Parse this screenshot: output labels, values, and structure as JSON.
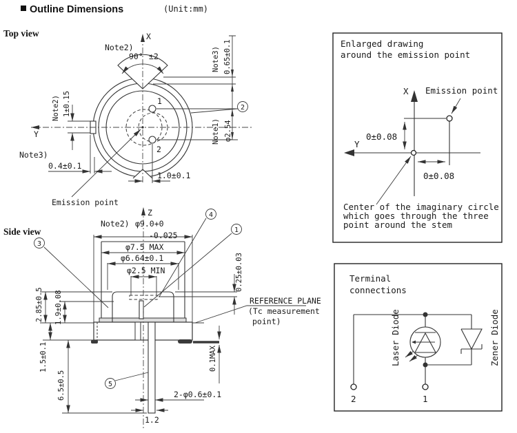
{
  "header": {
    "bullet": "■",
    "title": "Outline Dimensions",
    "unit": "(Unit:mm)"
  },
  "top_view": {
    "label": "Top view",
    "axis_x": "X",
    "axis_y": "Y",
    "note2_top": "Note2)",
    "angle": "90°",
    "angle_tol": "±2",
    "note3_right": "Note3)",
    "dim_notch": "0.65±0.1",
    "note2_left": "Note2)",
    "dim_tab_width": "1±0.15",
    "note3_left": "Note3)",
    "dim_tab_depth": "0.4±0.1",
    "note1_right": "Note1)",
    "dim_pin_circle": "φ2.54",
    "dim_pin_offset": "1.0±0.1",
    "pin1": "1",
    "pin2": "2",
    "emission_point": "Emission point",
    "callout_2": "2"
  },
  "side_view": {
    "label": "Side view",
    "axis_z": "Z",
    "note2": "Note2)",
    "dim_stem_dia": "φ9.0+0",
    "dim_stem_tol": "-0.025",
    "dim_cap_dia": "φ7.5 MAX",
    "dim_cap_inner": "φ6.64±0.1",
    "dim_window": "φ2.5 MIN",
    "dim_window_h": "0.25±0.03",
    "dim_cap_h": "2.85±0.5",
    "dim_emission_h": "1.9±0.08",
    "dim_flange_t": "1.5±0.1",
    "dim_pin_len": "6.5±0.5",
    "dim_projection": "0.1MAX",
    "dim_pin_dia": "2-φ0.6±0.1",
    "dim_pin_off": "1.2",
    "ref_plane_1": "REFERENCE PLANE",
    "ref_plane_2": "(Tc measurement",
    "ref_plane_3": "point)",
    "callout_1": "1",
    "callout_3": "3",
    "callout_4": "4",
    "callout_5": "5"
  },
  "enlarged_box": {
    "title_1": "Enlarged drawing",
    "title_2": "around the emission point",
    "axis_x": "X",
    "axis_y": "Y",
    "emission_point": "Emission point",
    "dim_x": "0±0.08",
    "dim_y": "0±0.08",
    "note_1": "Center of the imaginary circle",
    "note_2": "which goes through the three",
    "note_3": "point around the stem"
  },
  "terminal_box": {
    "title_1": "Terminal",
    "title_2": "connections",
    "laser_diode": "Laser Diode",
    "zener_diode": "Zener Diode",
    "terminal_2": "2",
    "terminal_1": "1"
  }
}
